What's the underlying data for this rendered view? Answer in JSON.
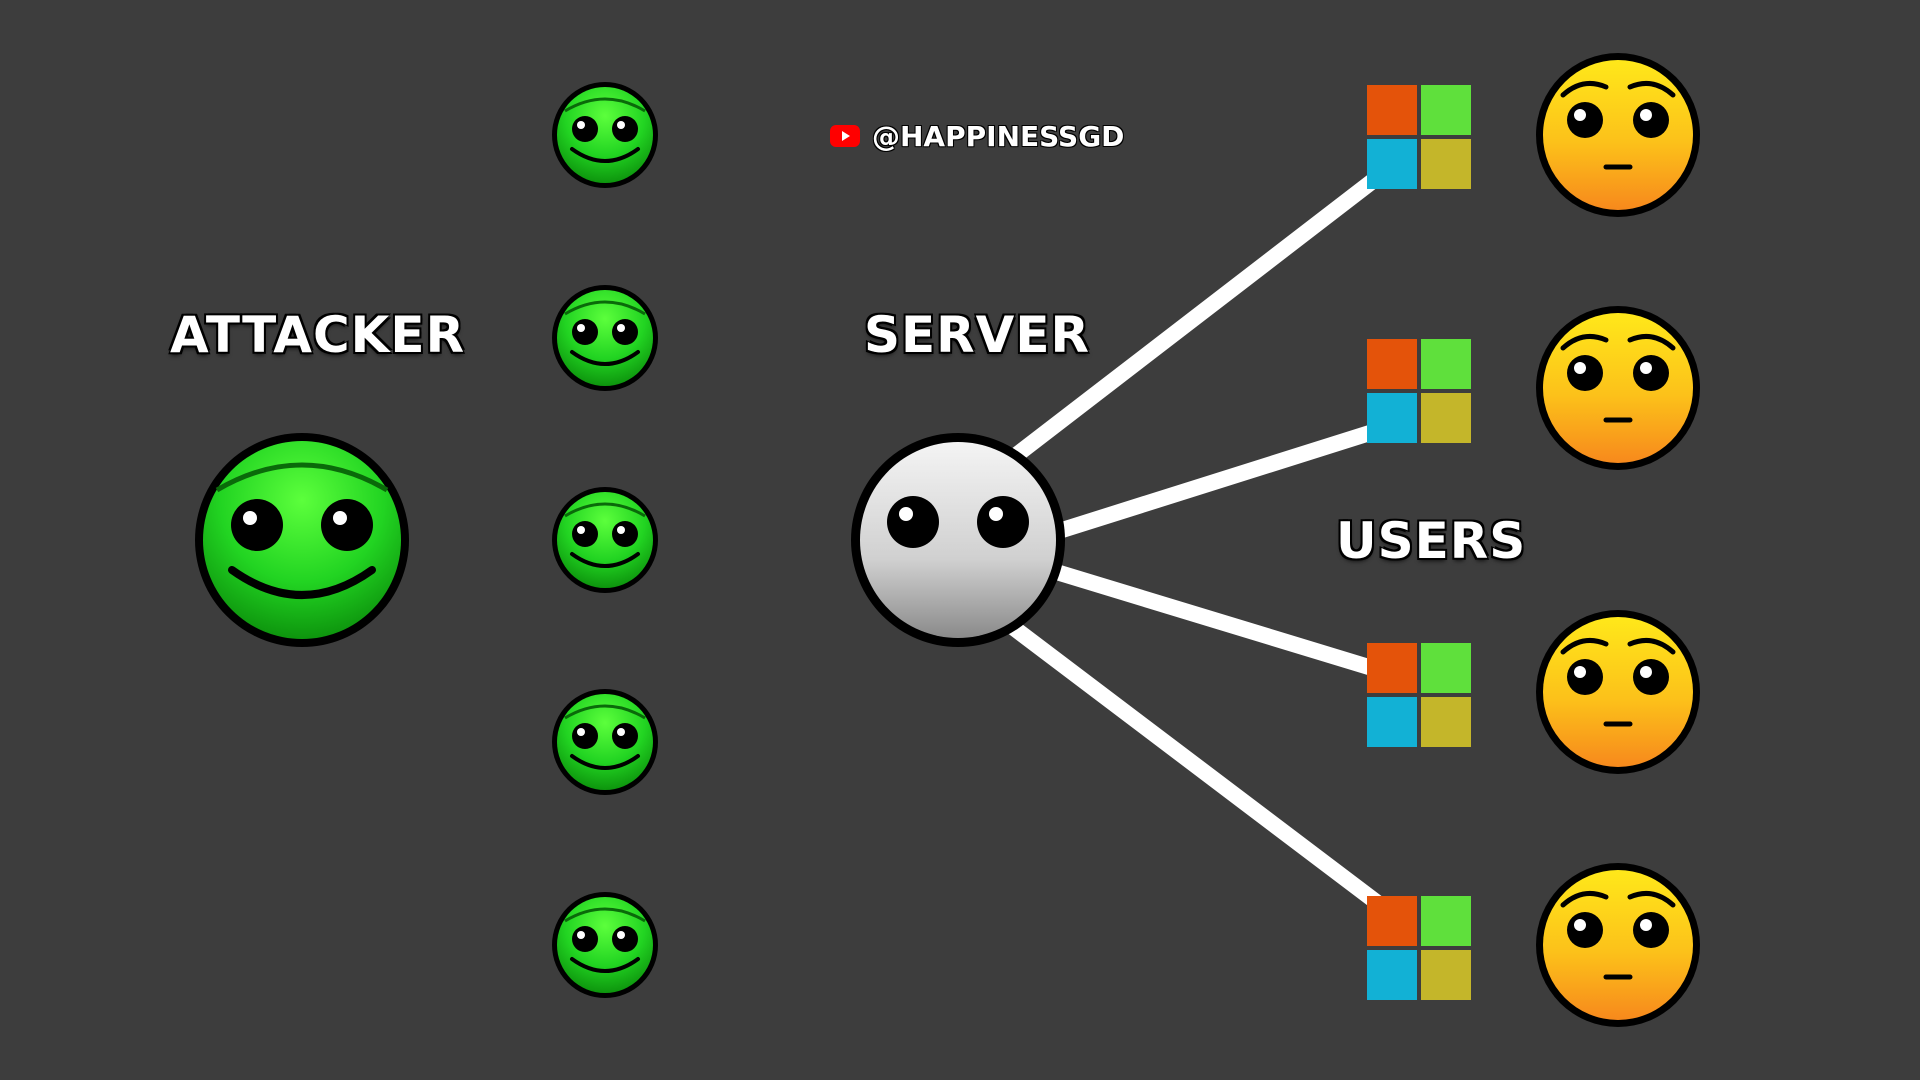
{
  "labels": {
    "attacker": "ATTACKER",
    "server": "SERVER",
    "users": "USERS"
  },
  "watermark": {
    "handle": "@HAPPINESSGD",
    "icon": "youtube-icon"
  },
  "nodes": {
    "attacker": {
      "icon": "green-face-icon",
      "count": 1
    },
    "bots": {
      "icon": "green-face-icon",
      "count": 5
    },
    "server": {
      "icon": "gray-face-icon",
      "count": 1
    },
    "windows": {
      "icon": "windows-logo-icon",
      "count": 4
    },
    "users": {
      "icon": "yellow-face-icon",
      "count": 4
    }
  },
  "colors": {
    "background": "#3d3d3d",
    "attacker_green": "#22d422",
    "server_gray": "#d8d8d8",
    "user_yellow": "#f7c21a",
    "connector": "#ffffff",
    "win_red": "#e4530a",
    "win_green": "#5fe03c",
    "win_blue": "#12b1d5",
    "win_yellow": "#c4b62a"
  },
  "edges": [
    {
      "from": "server",
      "to": "windows-1"
    },
    {
      "from": "server",
      "to": "windows-2"
    },
    {
      "from": "server",
      "to": "windows-3"
    },
    {
      "from": "server",
      "to": "windows-4"
    }
  ]
}
